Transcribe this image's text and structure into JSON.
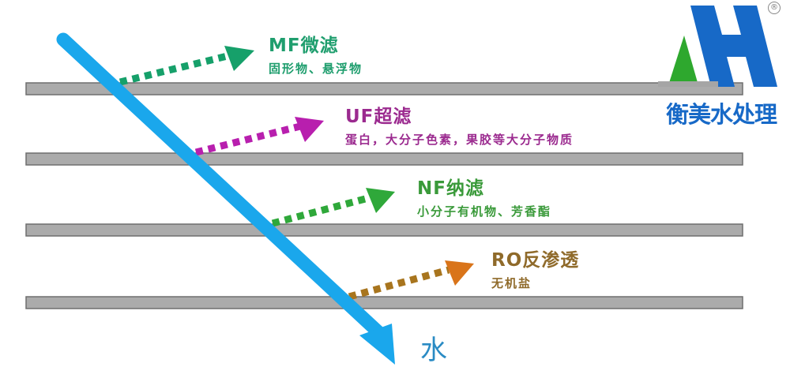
{
  "diagram": {
    "membrane_color": "#a9a9a9",
    "membrane_border": "#6e6e6e",
    "water_arrow_color": "#1aa7ec",
    "water_label": "水",
    "water_label_color": "#2a8bc4",
    "stages": [
      {
        "id": "mf",
        "title": "MF微滤",
        "description": "固形物、悬浮物",
        "color": "#1f9e6e",
        "arrow_color": "#16a06a"
      },
      {
        "id": "uf",
        "title": "UF超滤",
        "description": "蛋白，大分子色素，果胶等大分子物质",
        "color": "#9b2a8f",
        "arrow_color": "#b81fae"
      },
      {
        "id": "nf",
        "title": "NF纳滤",
        "description": "小分子有机物、芳香酯",
        "color": "#3a9a3a",
        "arrow_color": "#2fa83a"
      },
      {
        "id": "ro",
        "title": "RO反渗透",
        "description": "无机盐",
        "color": "#8f6a2a",
        "arrow_color": "#c9711a"
      }
    ]
  },
  "logo": {
    "brand_text": "衡美水处理",
    "registered_mark": "®",
    "blue": "#1769c7",
    "green": "#2ea82e"
  }
}
